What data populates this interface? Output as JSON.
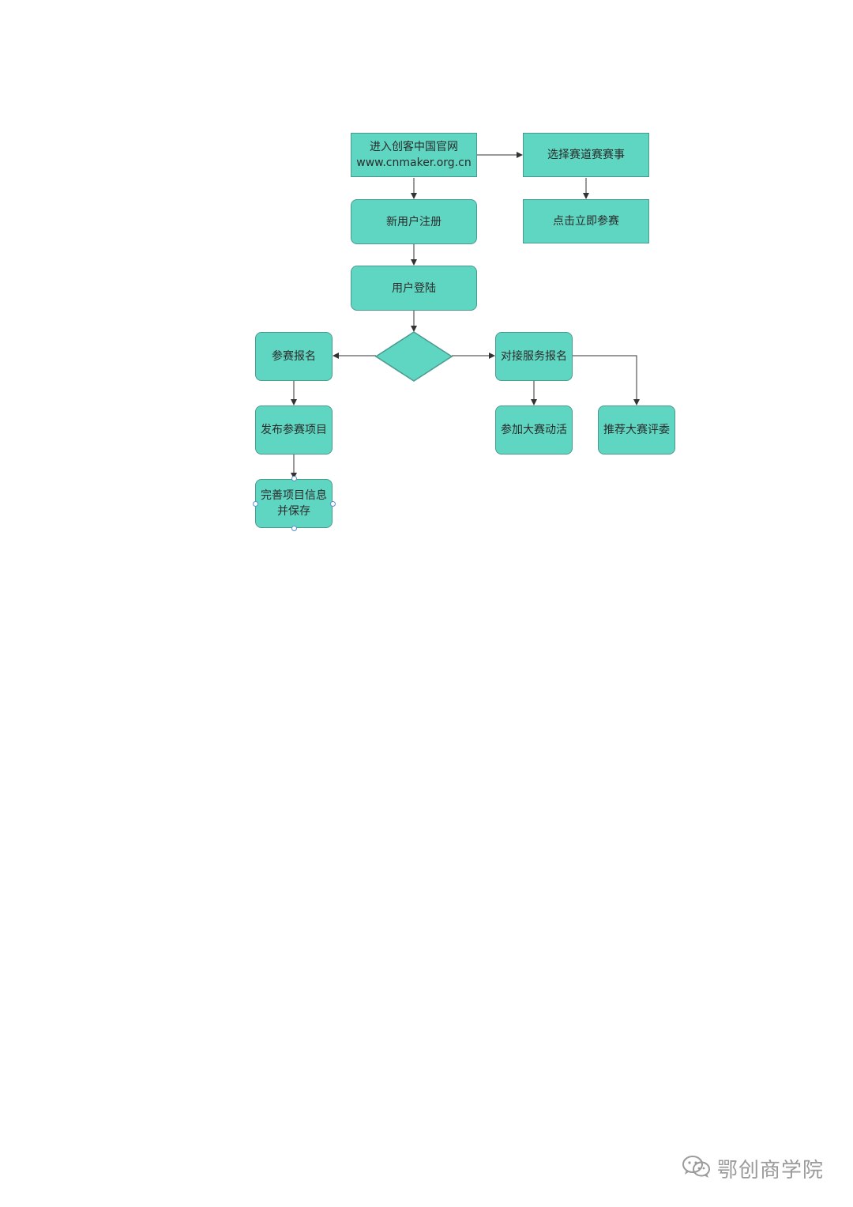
{
  "nodes": {
    "enter_site": "进入创客中国官网\nwww.cnmaker.org.cn",
    "choose_track": "选择赛道赛赛事",
    "click_join": "点击立即参赛",
    "register": "新用户注册",
    "login": "用户登陆",
    "contest_signup": "参赛报名",
    "publish_project": "发布参赛项目",
    "complete_info": "完善项目信息\n并保存",
    "service_signup": "对接服务报名",
    "join_activity": "参加大赛动活",
    "recommend_judges": "推荐大赛评委"
  },
  "watermark": {
    "text": "鄂创商学院",
    "icon": "wechat-icon"
  },
  "colors": {
    "node_fill": "#5fd6c2",
    "node_border": "#4a9a8e",
    "arrow": "#333333",
    "watermark": "#9a9a9a"
  }
}
